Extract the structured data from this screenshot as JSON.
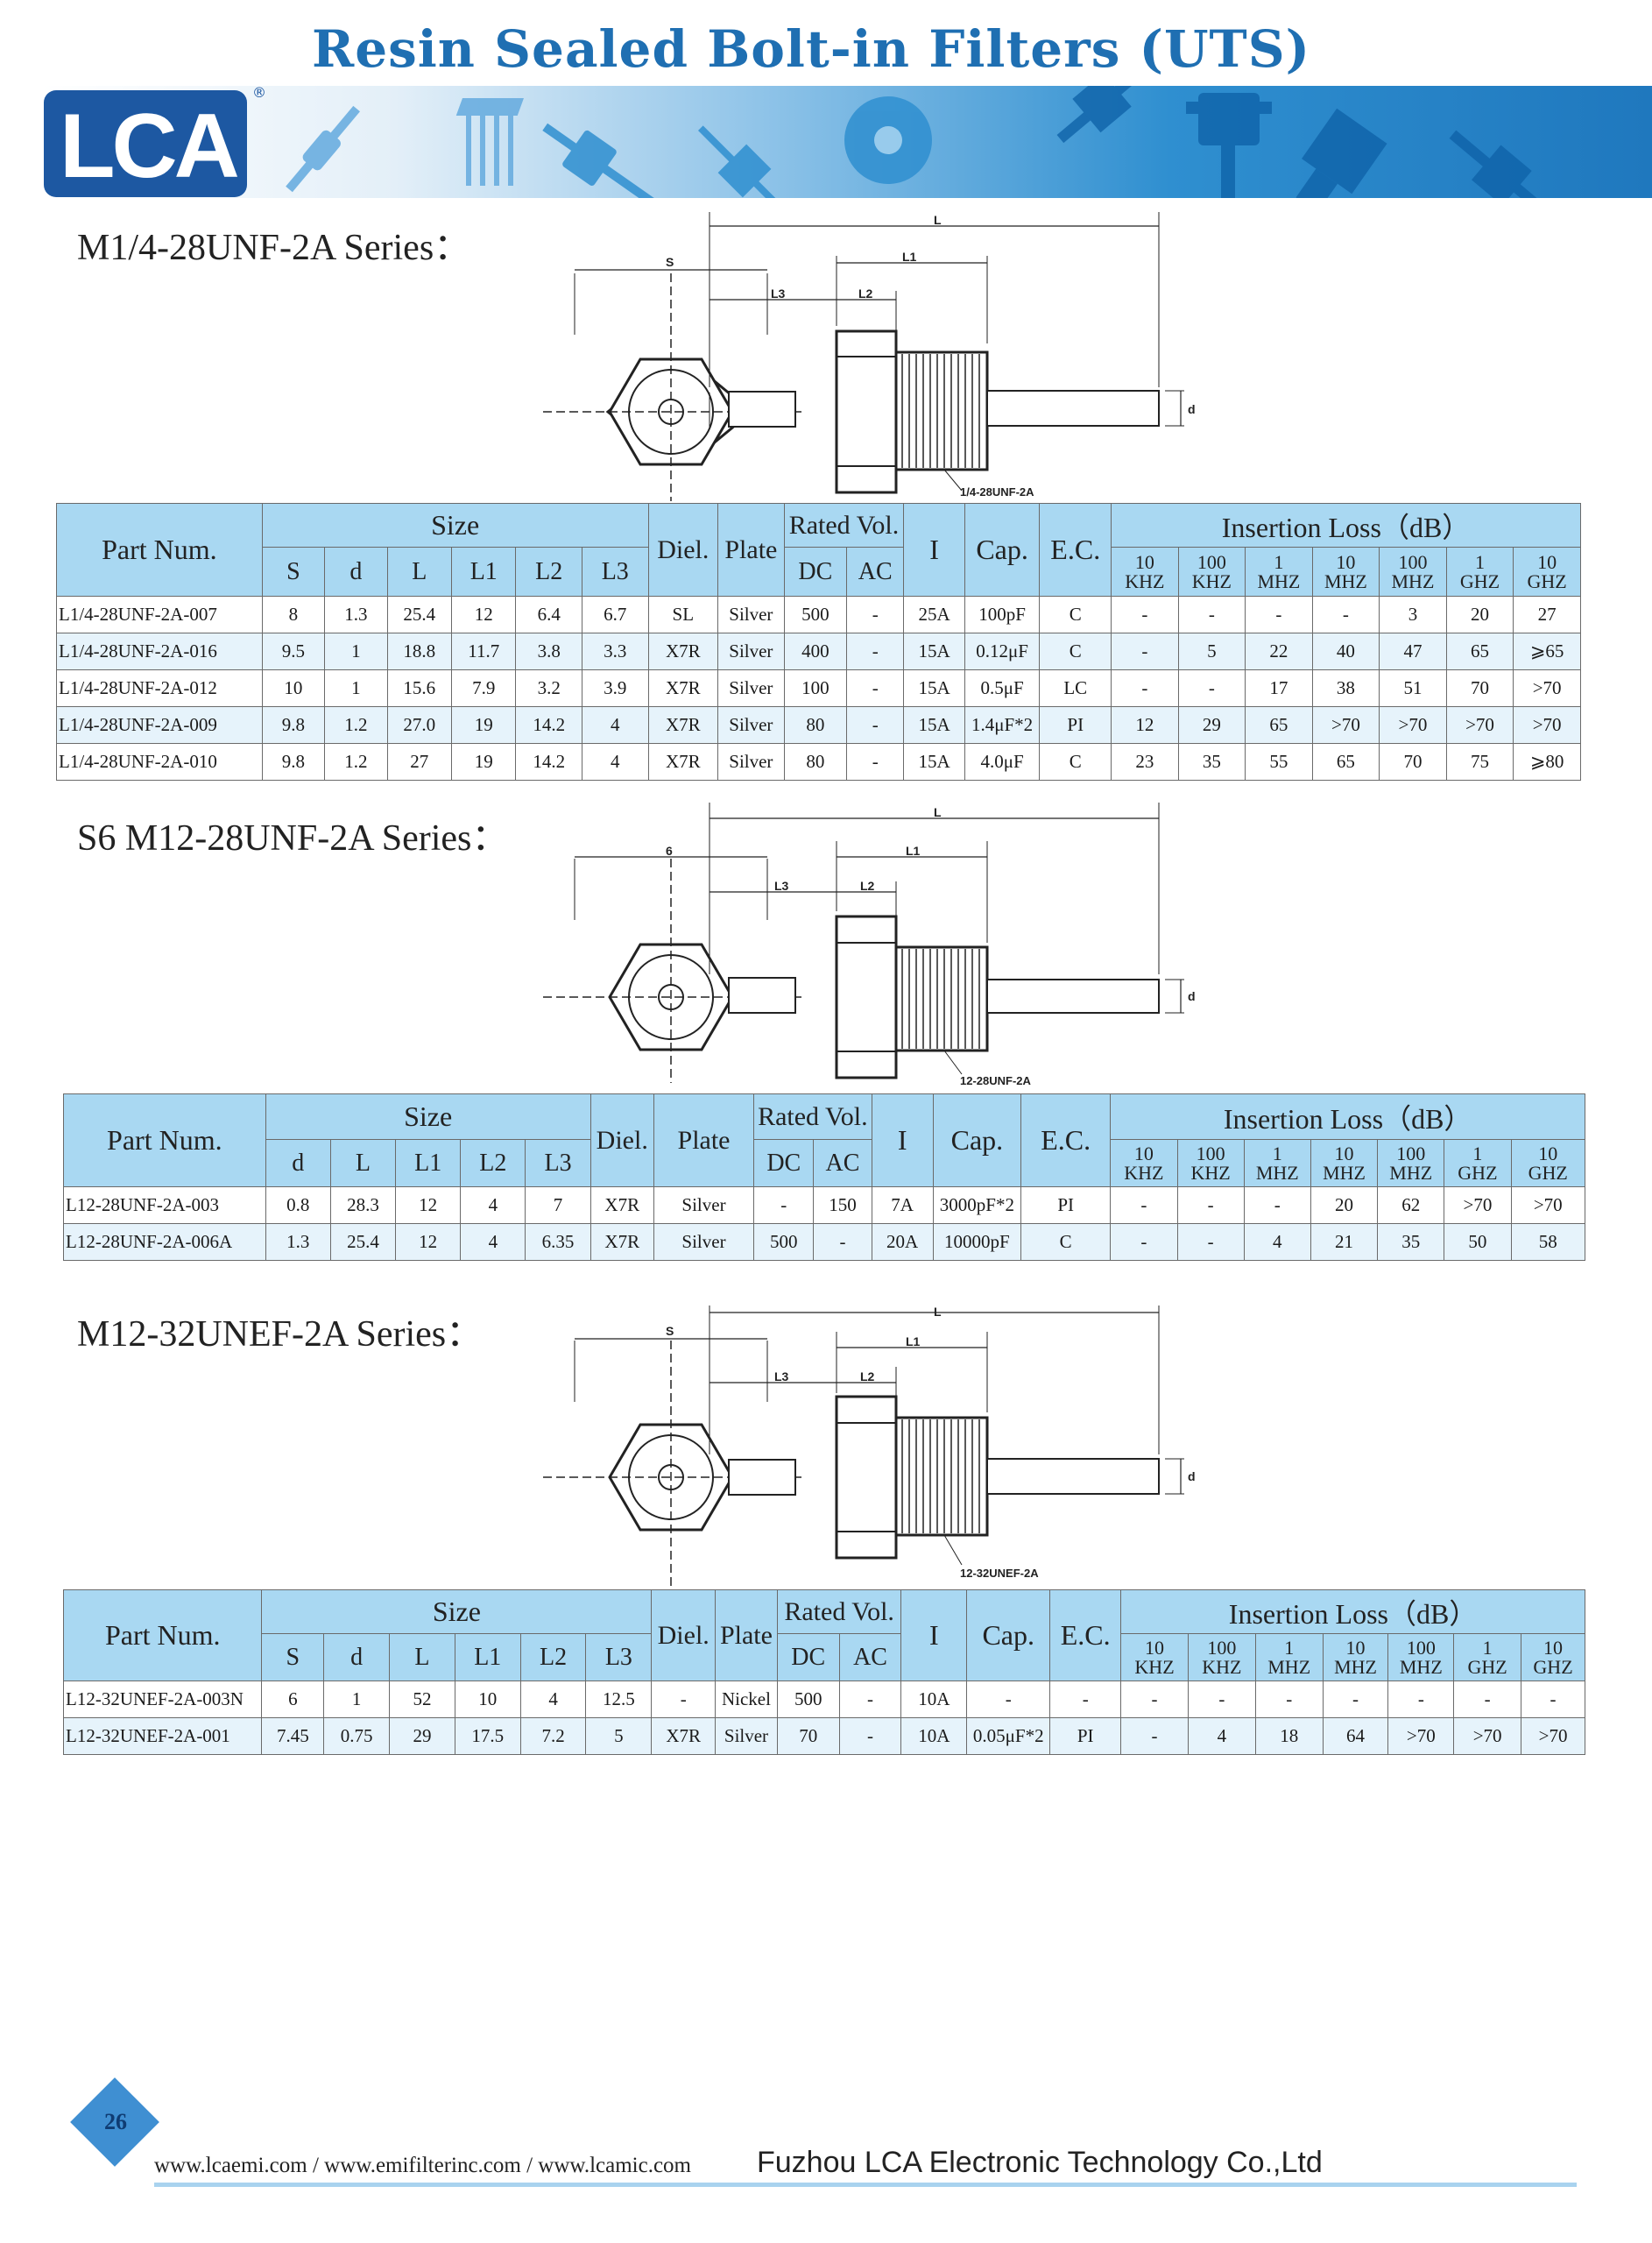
{
  "header": {
    "title": "Resin Sealed Bolt-in Filters (UTS)",
    "logo_text": "LCA",
    "registered_mark": "®"
  },
  "sections": [
    {
      "title": "M1/4-28UNF-2A Series：",
      "thread_label": "1/4-28UNF-2A",
      "hex_dim_label": "S",
      "headers": {
        "part_num": "Part Num.",
        "size": "Size",
        "size_cols": [
          "S",
          "d",
          "L",
          "L1",
          "L2",
          "L3"
        ],
        "diel": "Diel.",
        "plate": "Plate",
        "rated_vol": "Rated Vol.",
        "dc": "DC",
        "ac": "AC",
        "current": "I",
        "cap": "Cap.",
        "ec": "E.C.",
        "insertion_loss": "Insertion Loss（dB）",
        "freqs": [
          [
            "10",
            "KHZ"
          ],
          [
            "100",
            "KHZ"
          ],
          [
            "1",
            "MHZ"
          ],
          [
            "10",
            "MHZ"
          ],
          [
            "100",
            "MHZ"
          ],
          [
            "1",
            "GHZ"
          ],
          [
            "10",
            "GHZ"
          ]
        ]
      },
      "rows": [
        [
          "L1/4-28UNF-2A-007",
          "8",
          "1.3",
          "25.4",
          "12",
          "6.4",
          "6.7",
          "SL",
          "Silver",
          "500",
          "-",
          "25A",
          "100pF",
          "C",
          "-",
          "-",
          "-",
          "-",
          "3",
          "20",
          "27"
        ],
        [
          "L1/4-28UNF-2A-016",
          "9.5",
          "1",
          "18.8",
          "11.7",
          "3.8",
          "3.3",
          "X7R",
          "Silver",
          "400",
          "-",
          "15A",
          "0.12μF",
          "C",
          "-",
          "5",
          "22",
          "40",
          "47",
          "65",
          "⩾65"
        ],
        [
          "L1/4-28UNF-2A-012",
          "10",
          "1",
          "15.6",
          "7.9",
          "3.2",
          "3.9",
          "X7R",
          "Silver",
          "100",
          "-",
          "15A",
          "0.5μF",
          "LC",
          "-",
          "-",
          "17",
          "38",
          "51",
          "70",
          ">70"
        ],
        [
          "L1/4-28UNF-2A-009",
          "9.8",
          "1.2",
          "27.0",
          "19",
          "14.2",
          "4",
          "X7R",
          "Silver",
          "80",
          "-",
          "15A",
          "1.4μF*2",
          "PI",
          "12",
          "29",
          "65",
          ">70",
          ">70",
          ">70",
          ">70"
        ],
        [
          "L1/4-28UNF-2A-010",
          "9.8",
          "1.2",
          "27",
          "19",
          "14.2",
          "4",
          "X7R",
          "Silver",
          "80",
          "-",
          "15A",
          "4.0μF",
          "C",
          "23",
          "35",
          "55",
          "65",
          "70",
          "75",
          "⩾80"
        ]
      ]
    },
    {
      "title": "S6 M12-28UNF-2A Series：",
      "thread_label": "12-28UNF-2A",
      "hex_dim_label": "6",
      "headers": {
        "part_num": "Part Num.",
        "size": "Size",
        "size_cols": [
          "d",
          "L",
          "L1",
          "L2",
          "L3"
        ],
        "diel": "Diel.",
        "plate": "Plate",
        "rated_vol": "Rated Vol.",
        "dc": "DC",
        "ac": "AC",
        "current": "I",
        "cap": "Cap.",
        "ec": "E.C.",
        "insertion_loss": "Insertion Loss（dB）",
        "freqs": [
          [
            "10",
            "KHZ"
          ],
          [
            "100",
            "KHZ"
          ],
          [
            "1",
            "MHZ"
          ],
          [
            "10",
            "MHZ"
          ],
          [
            "100",
            "MHZ"
          ],
          [
            "1",
            "GHZ"
          ],
          [
            "10",
            "GHZ"
          ]
        ]
      },
      "rows": [
        [
          "L12-28UNF-2A-003",
          "0.8",
          "28.3",
          "12",
          "4",
          "7",
          "X7R",
          "Silver",
          "-",
          "150",
          "7A",
          "3000pF*2",
          "PI",
          "-",
          "-",
          "-",
          "20",
          "62",
          ">70",
          ">70"
        ],
        [
          "L12-28UNF-2A-006A",
          "1.3",
          "25.4",
          "12",
          "4",
          "6.35",
          "X7R",
          "Silver",
          "500",
          "-",
          "20A",
          "10000pF",
          "C",
          "-",
          "-",
          "4",
          "21",
          "35",
          "50",
          "58"
        ]
      ]
    },
    {
      "title": "M12-32UNEF-2A Series：",
      "thread_label": "12-32UNEF-2A",
      "hex_dim_label": "S",
      "headers": {
        "part_num": "Part Num.",
        "size": "Size",
        "size_cols": [
          "S",
          "d",
          "L",
          "L1",
          "L2",
          "L3"
        ],
        "diel": "Diel.",
        "plate": "Plate",
        "rated_vol": "Rated Vol.",
        "dc": "DC",
        "ac": "AC",
        "current": "I",
        "cap": "Cap.",
        "ec": "E.C.",
        "insertion_loss": "Insertion Loss（dB）",
        "freqs": [
          [
            "10",
            "KHZ"
          ],
          [
            "100",
            "KHZ"
          ],
          [
            "1",
            "MHZ"
          ],
          [
            "10",
            "MHZ"
          ],
          [
            "100",
            "MHZ"
          ],
          [
            "1",
            "GHZ"
          ],
          [
            "10",
            "GHZ"
          ]
        ]
      },
      "rows": [
        [
          "L12-32UNEF-2A-003N",
          "6",
          "1",
          "52",
          "10",
          "4",
          "12.5",
          "-",
          "Nickel",
          "500",
          "-",
          "10A",
          "-",
          "-",
          "-",
          "-",
          "-",
          "-",
          "-",
          "-",
          "-"
        ],
        [
          "L12-32UNEF-2A-001",
          "7.45",
          "0.75",
          "29",
          "17.5",
          "7.2",
          "5",
          "X7R",
          "Silver",
          "70",
          "-",
          "10A",
          "0.05μF*2",
          "PI",
          "-",
          "4",
          "18",
          "64",
          ">70",
          ">70",
          ">70"
        ]
      ]
    }
  ],
  "dimension_labels": {
    "L": "L",
    "L1": "L1",
    "L2": "L2",
    "L3": "L3",
    "d": "d"
  },
  "footer": {
    "page_number": "26",
    "urls": "www.lcaemi.com / www.emifilterinc.com / www.lcamic.com",
    "company": "Fuzhou LCA Electronic Technology Co.,Ltd"
  },
  "colors": {
    "title_blue": "#1f6fb2",
    "header_fill": "#a9d8f2",
    "row_alt_fill": "#e6f3fb",
    "logo_blue": "#1d58a2",
    "banner_blue": "#1d7fc7"
  }
}
